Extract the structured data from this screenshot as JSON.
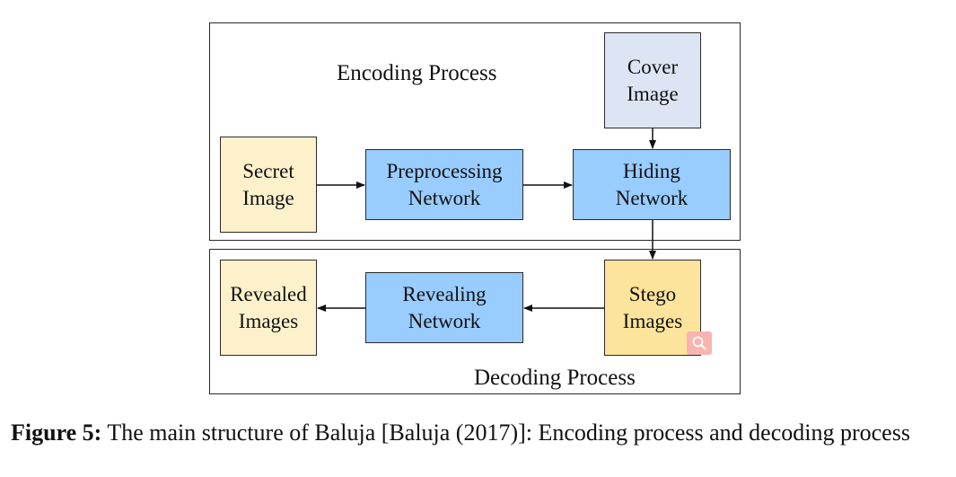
{
  "colors": {
    "blue": "#99ccff",
    "cover": "#dde5f4",
    "secret": "#fdf1cc",
    "stego": "#fde49c",
    "border": "#2a2a2a",
    "badge": "#f8b4b0"
  },
  "encoding": {
    "title": "Encoding Process",
    "secret": "Secret\nImage",
    "prep": "Preprocessing\nNetwork",
    "cover": "Cover\nImage",
    "hiding": "Hiding\nNetwork"
  },
  "decoding": {
    "title": "Decoding Process",
    "stego": "Stego\nImages",
    "reveal": "Revealing\nNetwork",
    "revealed": "Revealed\nImages"
  },
  "badge_icon": "search-icon",
  "caption": {
    "label": "Figure 5:",
    "text": "The main structure of Baluja [Baluja (2017)]: Encoding process and decoding process"
  }
}
